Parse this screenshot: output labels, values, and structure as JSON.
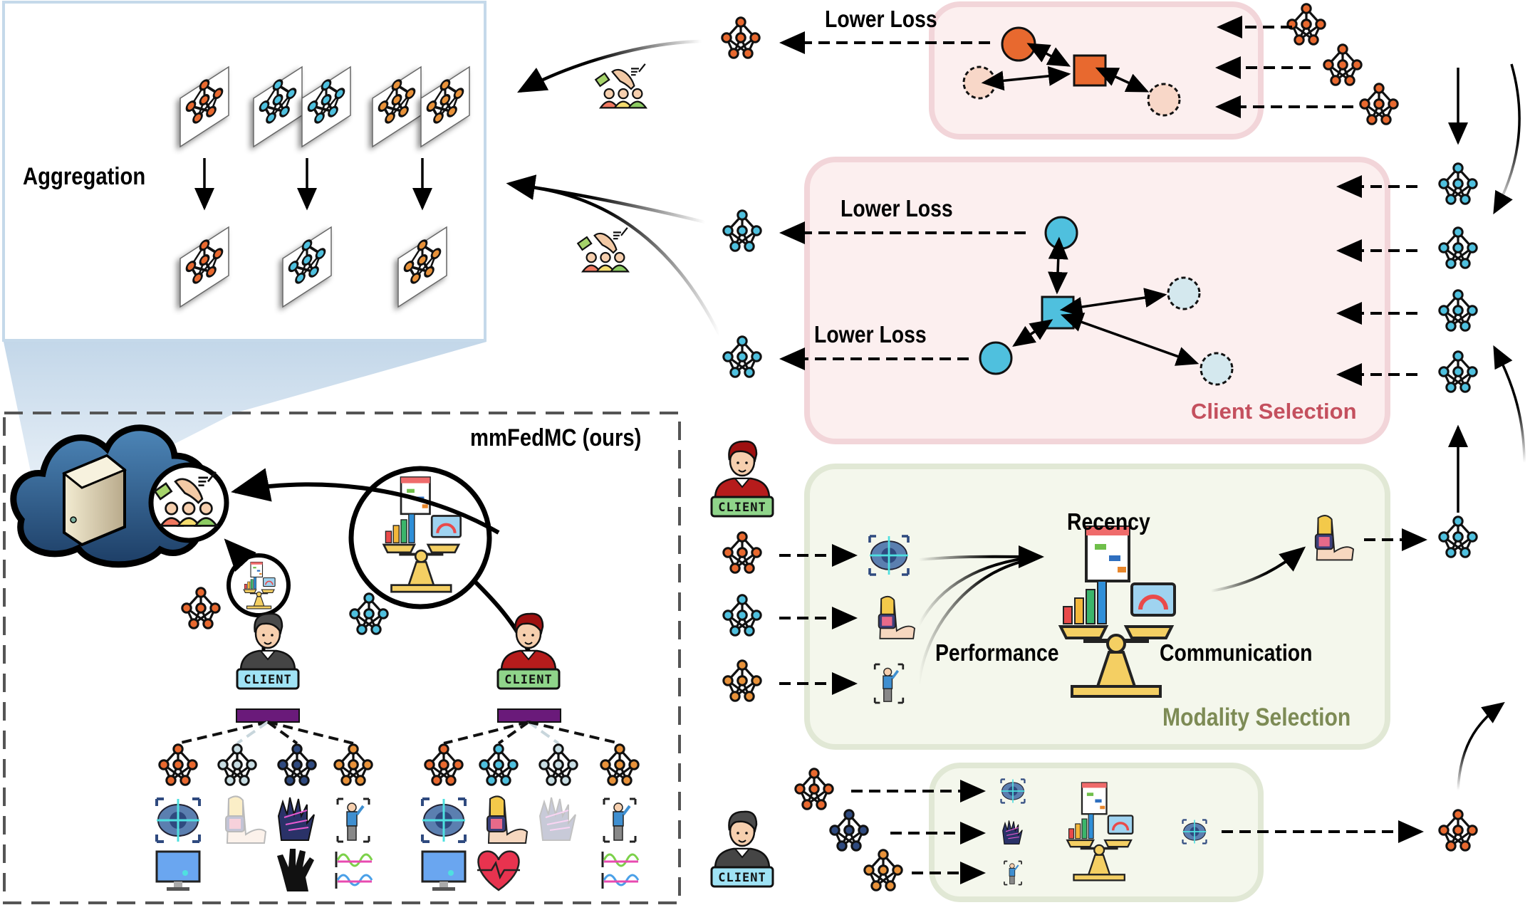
{
  "title": "mmFedMC (ours)",
  "aggregation": {
    "label": "Aggregation",
    "client_models_top": [
      {
        "color": "orange-red",
        "count": 1
      },
      {
        "color": "cyan",
        "count": 2
      },
      {
        "color": "orange",
        "count": 2
      }
    ],
    "aggregated_models": [
      "orange-red",
      "cyan",
      "orange"
    ]
  },
  "selection_panels": {
    "client_selection": {
      "label": "Client Selection",
      "lower_loss_labels": [
        "Lower Loss",
        "Lower Loss",
        "Lower Loss"
      ]
    },
    "modality_selection": {
      "label": "Modality Selection",
      "criteria": {
        "recency": "Recency",
        "performance": "Performance",
        "communication": "Communication"
      },
      "input_modalities": [
        "eye-tracking-icon",
        "emg-armband-icon",
        "motion-capture-icon"
      ],
      "selected_modality": "emg-armband-icon",
      "bottom_selected_modality": "eye-tracking-icon"
    }
  },
  "clients": [
    {
      "badge": "CLIENT",
      "badge_color": "#9fe3f5",
      "shirt": "dark-gray"
    },
    {
      "badge": "CLIENT",
      "badge_color": "#8fd48a",
      "shirt": "red"
    }
  ],
  "colors": {
    "orange_red": "#e8692f",
    "cyan": "#4fc0de",
    "orange": "#e8923a",
    "navy": "#2f4a7f",
    "faded": "#c8dde3",
    "pink_box_bg": "#fcefef",
    "pink_box_border": "#f2d5d9",
    "client_selection_text": "#c4505e",
    "green_box_bg": "#f4f7ec",
    "green_box_border": "#e1e8d5",
    "modality_selection_text": "#7d8b55",
    "agg_panel_border": "#c5d9ea",
    "agg_panel_fill": "#c6d9ea",
    "bridge_purple": "#6a1a7a"
  }
}
